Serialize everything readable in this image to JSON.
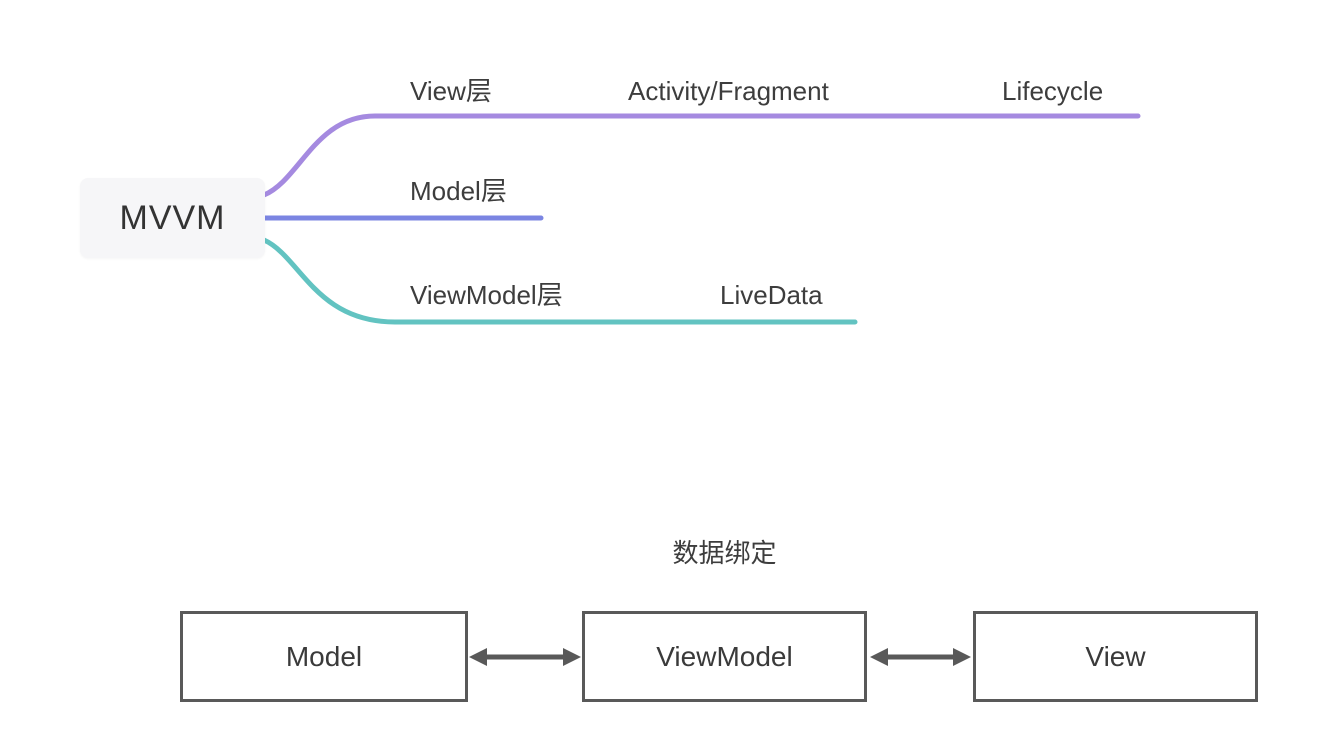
{
  "colors": {
    "branch_view": "#a58ae0",
    "branch_model": "#7b85e2",
    "branch_viewmodel": "#62c3c1",
    "root_node_bg": "#f6f6f8",
    "text": "#3d3d3d",
    "box_border": "#595959",
    "arrow": "#595959"
  },
  "mindmap": {
    "root": {
      "label": "MVVM"
    },
    "branches": [
      {
        "label": "View层",
        "color": "#a58ae0",
        "children": [
          {
            "label": "Activity/Fragment"
          },
          {
            "label": "Lifecycle"
          }
        ]
      },
      {
        "label": "Model层",
        "color": "#7b85e2",
        "children": []
      },
      {
        "label": "ViewModel层",
        "color": "#62c3c1",
        "children": [
          {
            "label": "LiveData"
          }
        ]
      }
    ]
  },
  "flow": {
    "title": "数据绑定",
    "boxes": [
      {
        "label": "Model"
      },
      {
        "label": "ViewModel"
      },
      {
        "label": "View"
      }
    ]
  }
}
